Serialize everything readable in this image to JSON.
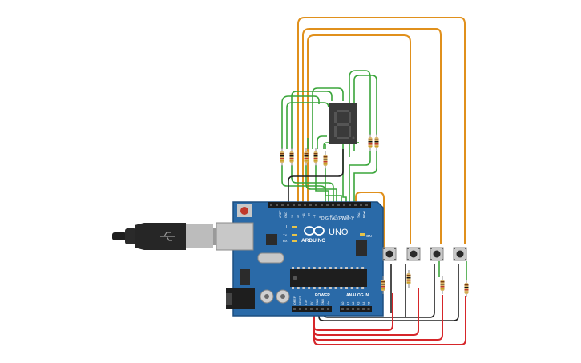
{
  "board": {
    "digital_label": "DIGITAL (PWM~)",
    "brand": "ARDUINO",
    "model": "UNO",
    "on_label": "ON",
    "power_label": "POWER",
    "analog_label": "ANALOG IN",
    "led_l": "L",
    "led_tx": "TX",
    "led_rx": "RX",
    "pin_aref": "AREF",
    "pin_gnd": "GND",
    "digital_pins": [
      "13",
      "12",
      "~11",
      "~10",
      "~9",
      "8",
      "7",
      "~6",
      "~5",
      "4",
      "~3",
      "2",
      "TX▸1",
      "RX◂0"
    ],
    "power_pins": [
      "IOREF",
      "RESET",
      "3.3V",
      "5V",
      "GND",
      "GND",
      "Vin"
    ],
    "analog_pins": [
      "A0",
      "A1",
      "A2",
      "A3",
      "A4",
      "A5"
    ]
  },
  "display": {
    "digit": "8"
  },
  "colors": {
    "board": "#2a6aa8",
    "board_edge": "#1d4f80",
    "wire_orange": "#e0901c",
    "wire_green": "#3aa53a",
    "wire_red": "#d6262a",
    "wire_black": "#222222",
    "wire_dark": "#333333",
    "display_body": "#3a3a3a",
    "segment_off": "#555555"
  }
}
